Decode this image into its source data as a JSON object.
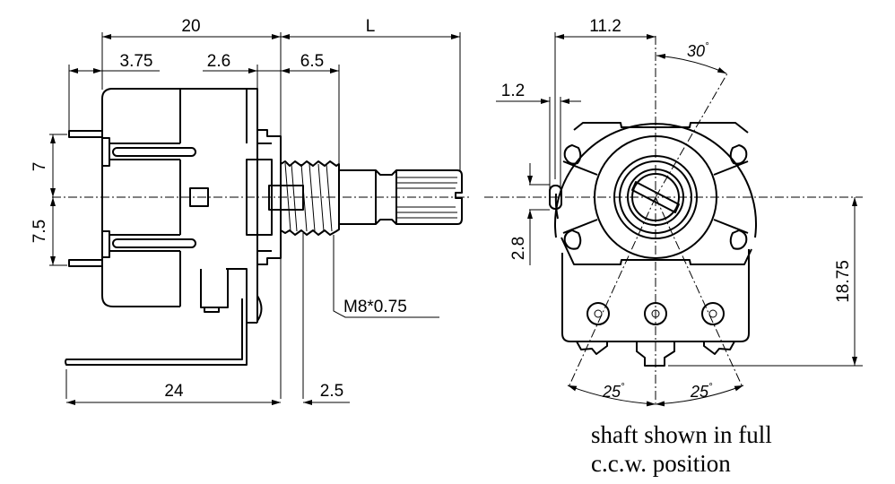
{
  "side_view": {
    "dimensions": {
      "body_length": "20",
      "shaft_length": "L",
      "pin_offset": "3.75",
      "bracket_offset": "2.6",
      "bushing_length": "6.5",
      "upper_pin_spacing": "7",
      "lower_pin_spacing": "7.5",
      "bracket_length": "24",
      "bracket_thickness": "2.5"
    },
    "thread_callout": "M8*0.75"
  },
  "front_view": {
    "dimensions": {
      "width_to_center": "11.2",
      "lug_width": "1.2",
      "lug_offset": "2.8",
      "height_to_terminal": "18.75"
    },
    "angles": {
      "flat_angle": "30",
      "left_terminal_angle": "25",
      "right_terminal_angle": "25",
      "degree_symbol": "°"
    }
  },
  "note": {
    "line1": "shaft shown in full",
    "line2": "c.c.w. position"
  }
}
